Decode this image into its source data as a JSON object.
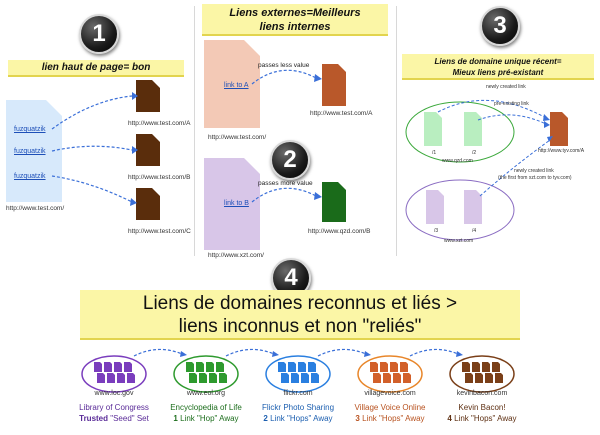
{
  "colors": {
    "highlight": "#fbf6a6",
    "doc_dark": "#5a2d0c",
    "doc_rust": "#b9582a",
    "doc_green_dark": "#1a6b1a",
    "doc_pink": "#f3c9b6",
    "doc_lavender": "#d8c6e8",
    "doc_lightblue": "#d7e9fb",
    "doc_lightgreen": "#b9eec0",
    "arrow_blue": "#3a6fd8",
    "oval_green": "#3aa83a",
    "oval_purple": "#8a6cc2",
    "orange": "#e8862a"
  },
  "panel1": {
    "number": "1",
    "title": "lien haut de page= bon",
    "links": [
      "fuzquatzik",
      "fuzquatzik",
      "fuzquatzik"
    ],
    "targets": [
      "http://www.test.com/A",
      "http://www.test.com/B",
      "http://www.test.com/C"
    ],
    "source_url": "http://www.test.com/"
  },
  "panel2": {
    "number": "2",
    "title_line1": "Liens externes=Meilleurs",
    "title_line2": "liens internes",
    "top": {
      "link": "link to A",
      "passes": "passes less value",
      "target": "http://www.test.com/A",
      "source": "http://www.test.com/"
    },
    "bottom": {
      "link": "link to B",
      "passes": "passes more value",
      "target": "http://www.qzd.com/B",
      "source": "http://www.xzt.com/"
    }
  },
  "panel3": {
    "number": "3",
    "title_line1": "Liens de domaine unique récent=",
    "title_line2": "Mieux liens pré-existant",
    "labels": {
      "newly_created_top": "newly created link",
      "pre_existing": "pre-existing link",
      "newly_created_bottom": "newly created link",
      "first_note": "(the first from xzt.com to tyv.com)",
      "target_url": "http://www.tyv.com/A",
      "qzd_domain": "www.qzd.com",
      "xzt_domain": "www.xzt.com",
      "doc1": "/1",
      "doc2": "/2",
      "doc3": "/3",
      "doc4": "/4"
    }
  },
  "panel4": {
    "number": "4",
    "title_line1": "Liens de domaines reconnus et liés >",
    "title_line2": "liens inconnus et non \"reliés\"",
    "domains": [
      {
        "domain": "www.loc.gov",
        "name": "Library of Congress",
        "hop_num": "",
        "hop_bold": "Trusted",
        "hop_text": " \"Seed\" Set",
        "color": "#7a3dbd"
      },
      {
        "domain": "www.eol.org",
        "name": "Encyclopedia of Life",
        "hop_num": "1",
        "hop_bold": "",
        "hop_text": " Link \"Hop\" Away",
        "color": "#2e9a2e"
      },
      {
        "domain": "flickr.com",
        "name": "Flickr Photo Sharing",
        "hop_num": "2",
        "hop_bold": "",
        "hop_text": " Link \"Hops\" Away",
        "color": "#2a7fe0"
      },
      {
        "domain": "villagevoice.com",
        "name": "Village Voice Online",
        "hop_num": "3",
        "hop_bold": "",
        "hop_text": " Link \"Hops\" Away",
        "color": "#d2602a"
      },
      {
        "domain": "kevinbacon.com",
        "name": "Kevin Bacon!",
        "hop_num": "4",
        "hop_bold": "",
        "hop_text": " Link \"Hops\" Away",
        "color": "#7a3f18"
      }
    ]
  }
}
